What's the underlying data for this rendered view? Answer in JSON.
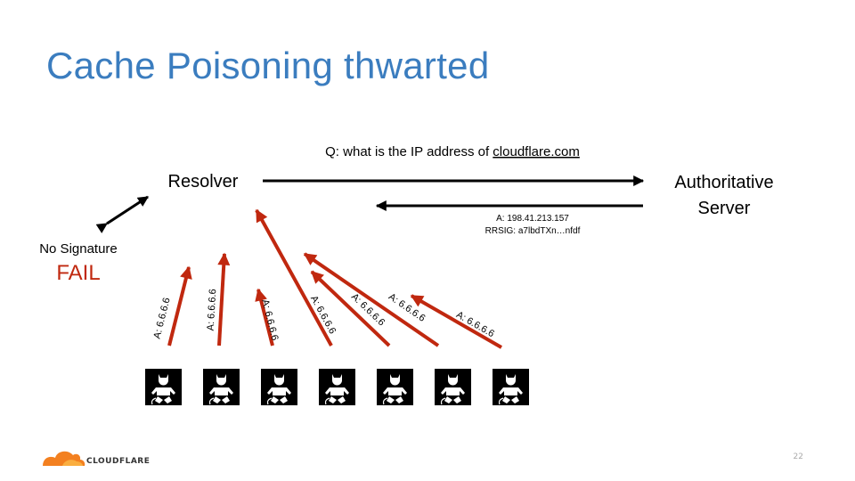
{
  "title": "Cache Poisoning thwarted",
  "nodes": {
    "resolver": "Resolver",
    "authoritative_line1": "Authoritative",
    "authoritative_line2": "Server"
  },
  "query": {
    "prefix": "Q: what is the IP address of ",
    "domain": "cloudflare.com"
  },
  "answer": {
    "line1": "A: 198.41.213.157",
    "line2": "RRSIG: a7lbdTXn…nfdf"
  },
  "failure": {
    "label": "No Signature",
    "status": "FAIL"
  },
  "attacker_label": "A: 6.6.6.6",
  "attacker_count": 7,
  "logo_text": "CLOUDFLARE",
  "page_number": "22",
  "colors": {
    "title": "#3b7dbf",
    "attack": "#c0280f",
    "fail": "#c0280f",
    "logo": "#f38020"
  }
}
